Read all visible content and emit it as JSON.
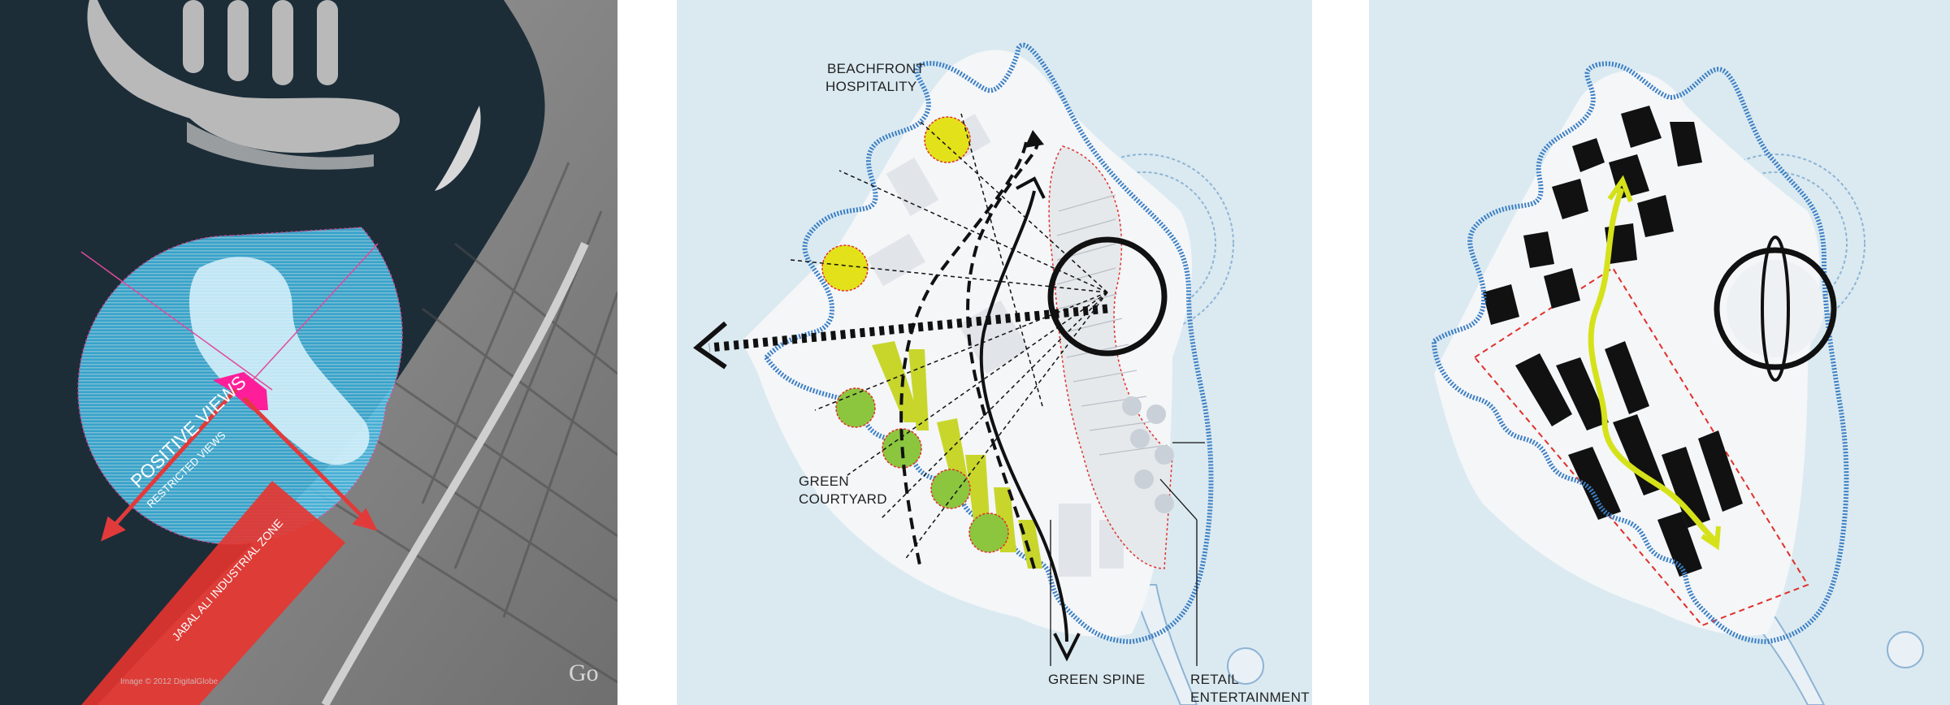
{
  "panels": {
    "aerial": {
      "positive_views_label": "POSITIVE VIEWS",
      "restricted_views_label": "RESTRICTED VIEWS",
      "industrial_zone_label": "JABAL ALI INDUSTRIAL ZONE",
      "imagery_credit": "Image © 2012 DigitalGlobe",
      "watermark": "Go",
      "colors": {
        "sea": "#1d2e3a",
        "view_fan": "#2fb6e6",
        "industrial": "#e8342f",
        "site_marker": "#ff1e9a",
        "arrows": "#e23a3a"
      }
    },
    "masterplan": {
      "labels": {
        "beachfront_hospitality": [
          "BEACHFRONT",
          "HOSPITALITY"
        ],
        "green_courtyard": [
          "GREEN",
          "COURTYARD"
        ],
        "green_spine": "GREEN SPINE",
        "retail_entertainment": [
          "RETAIL",
          "ENTERTAINMENT"
        ]
      },
      "colors": {
        "water": "#dbeaf1",
        "edge": "#3c7fc4",
        "hospitality": "#e3e21a",
        "courtyard": "#8cc63f",
        "spine": "#c8d62c"
      }
    },
    "massing": {
      "colors": {
        "water": "#dbeaf1",
        "edge": "#3c7fc4",
        "buildings": "#111111",
        "path": "#d5e21a",
        "zone": "#e0302a"
      }
    }
  }
}
